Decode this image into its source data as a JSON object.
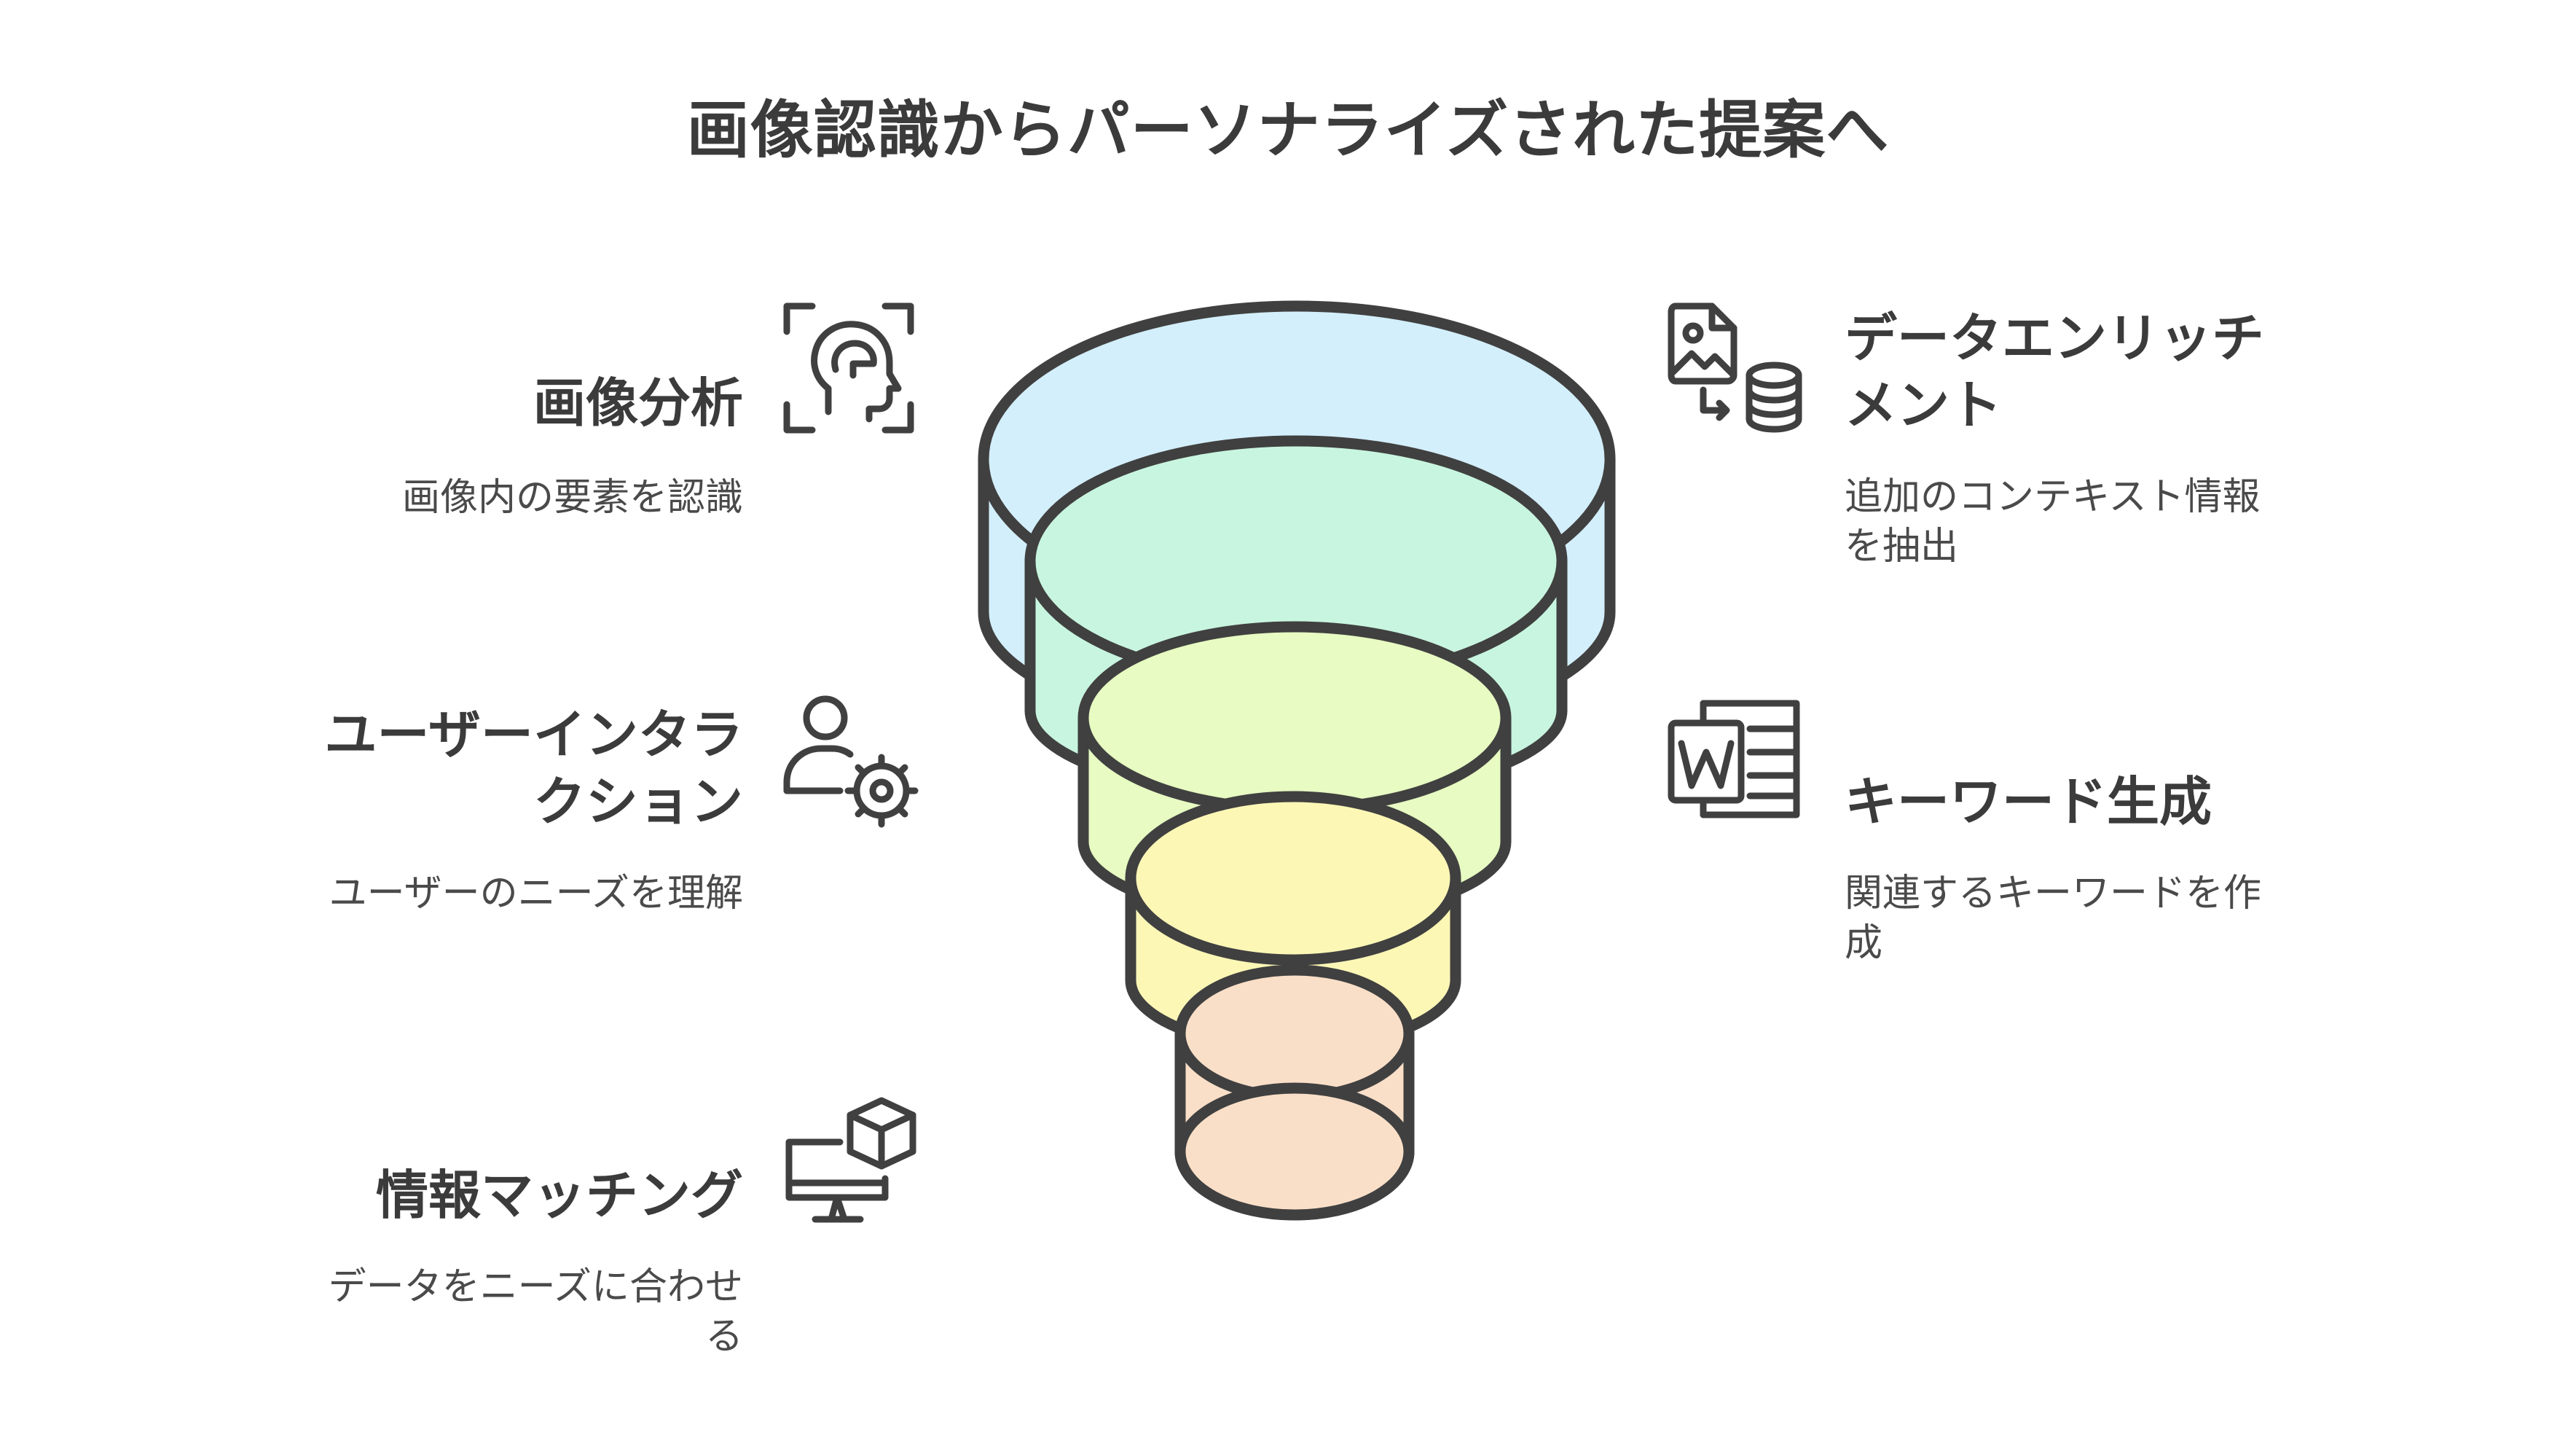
{
  "title": "画像認識からパーソナライズされた提案へ",
  "colors": {
    "outline": "#404040",
    "layer_1_fill": "#d3effb",
    "layer_2_fill": "#c8f5df",
    "layer_3_fill": "#e7fbc2",
    "layer_4_fill": "#fdf7b6",
    "layer_5_fill": "#fadfc8"
  },
  "left_items": [
    {
      "heading": "画像分析",
      "description": "画像内の要素を認識",
      "icon": "head-scan-icon"
    },
    {
      "heading": "ユーザーインタラクション",
      "description": "ユーザーのニーズを理解",
      "icon": "user-gear-icon"
    },
    {
      "heading": "情報マッチング",
      "description": "データをニーズに合わせる",
      "icon": "monitor-cube-icon"
    }
  ],
  "right_items": [
    {
      "heading": "データエンリッチメント",
      "description": "追加のコンテキスト情報を抽出",
      "icon": "image-to-database-icon"
    },
    {
      "heading": "キーワード生成",
      "description": "関連するキーワードを作成",
      "icon": "word-document-icon"
    }
  ]
}
